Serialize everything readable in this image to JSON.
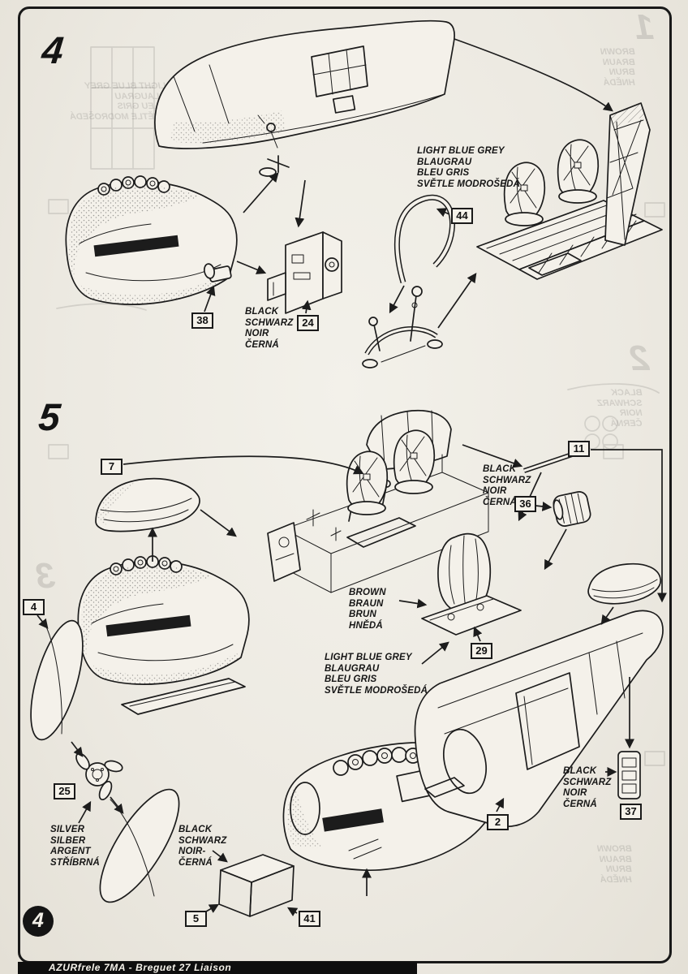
{
  "sheet": {
    "step4": "4",
    "step5": "5",
    "page_badge": "4",
    "footer": "AZURfrele 7MA - Breguet 27 Liaison"
  },
  "colors": {
    "paper": "#f1eee7",
    "ink": "#1c1c1c"
  },
  "callouts": {
    "c2": "2",
    "c4": "4",
    "c5": "5",
    "c7": "7",
    "c11": "11",
    "c24": "24",
    "c25": "25",
    "c29": "29",
    "c36": "36",
    "c37": "37",
    "c38": "38",
    "c41": "41",
    "c44": "44"
  },
  "paints": {
    "light_blue_grey": [
      "LIGHT BLUE GREY",
      "BLAUGRAU",
      "BLEU GRIS",
      "SVĚTLE MODROŠEDÁ"
    ],
    "black": [
      "BLACK",
      "SCHWARZ",
      "NOIR",
      "ČERNÁ"
    ],
    "black_dash": [
      "BLACK",
      "SCHWARZ",
      "NOIR-",
      "ČERNÁ"
    ],
    "brown": [
      "BROWN",
      "BRAUN",
      "BRUN",
      "HNĚDÁ"
    ],
    "silver": [
      "SILVER",
      "SILBER",
      "ARGENT",
      "STŘÍBRNÁ"
    ]
  },
  "bleedthrough": {
    "numerals": [
      "1",
      "2",
      "3"
    ]
  }
}
